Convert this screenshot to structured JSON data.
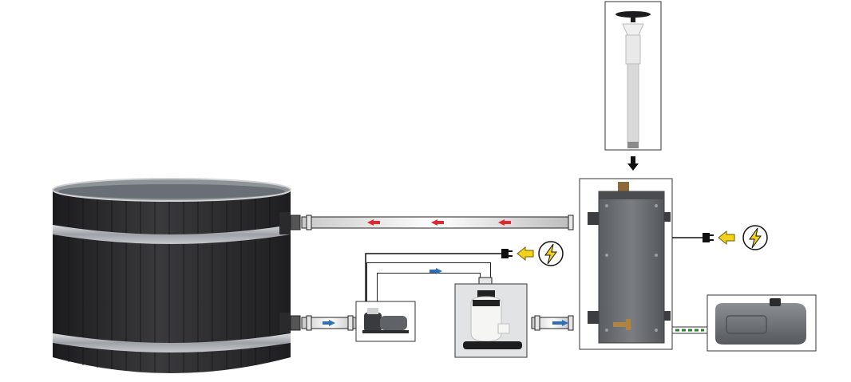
{
  "diagram": {
    "components": [
      {
        "id": "hot-tub",
        "icon": "wooden-hot-tub-photo"
      },
      {
        "id": "pump",
        "icon": "circulation-pump-photo"
      },
      {
        "id": "sand-filter",
        "icon": "sand-filter-photo"
      },
      {
        "id": "heater",
        "icon": "heater-unit-photo"
      },
      {
        "id": "chimney",
        "icon": "flue-chimney-photo"
      },
      {
        "id": "fuel-tank",
        "icon": "fuel-tank-photo"
      }
    ],
    "connections": [
      {
        "from": "heater",
        "to": "hot-tub",
        "kind": "hot-water-return",
        "color": "#e0282e"
      },
      {
        "from": "hot-tub",
        "to": "pump",
        "kind": "cold-water-out",
        "color": "#2f6fb7"
      },
      {
        "from": "pump",
        "to": "sand-filter",
        "kind": "water-flow",
        "color": "#2f6fb7"
      },
      {
        "from": "sand-filter",
        "to": "heater",
        "kind": "water-flow",
        "color": "#2f6fb7"
      },
      {
        "from": "chimney",
        "to": "heater",
        "kind": "flue",
        "color": "#000000"
      },
      {
        "from": "fuel-tank",
        "to": "heater",
        "kind": "fuel-line",
        "color": "#2e7d32"
      }
    ],
    "power_inputs": [
      {
        "target": "pump",
        "icon": "power-plug-icon",
        "symbol": "lightning-bolt-icon"
      },
      {
        "target": "heater",
        "icon": "power-plug-icon",
        "symbol": "lightning-bolt-icon"
      }
    ],
    "colors": {
      "hot_arrow": "#e0282e",
      "cold_arrow": "#2f6fb7",
      "power_arrow": "#f2d21b",
      "fuel_line": "#2e7d32",
      "wood": "#2b2b2d",
      "heater_body": "#6f7276"
    }
  }
}
